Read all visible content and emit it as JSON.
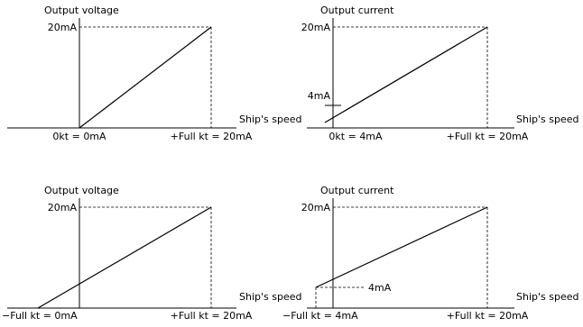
{
  "panels": [
    {
      "ylabel": "Output voltage",
      "xlabel": "Ship's speed",
      "ymax_label": "20mA",
      "y4_label": "",
      "x_left_label": "0kt = 0mA",
      "x_right_label": "+Full kt = 20mA"
    },
    {
      "ylabel": "Output current",
      "xlabel": "Ship's speed",
      "ymax_label": "20mA",
      "y4_label": "4mA",
      "x_left_label": "0kt = 4mA",
      "x_right_label": "+Full kt = 20mA"
    },
    {
      "ylabel": "Output voltage",
      "xlabel": "Ship's speed",
      "ymax_label": "20mA",
      "y4_label": "",
      "x_left_label": "−Full kt = 0mA",
      "x_right_label": "+Full kt = 20mA"
    },
    {
      "ylabel": "Output current",
      "xlabel": "Ship's speed",
      "ymax_label": "20mA",
      "y4_label": "4mA",
      "x_left_label": "−Full kt = 4mA",
      "x_right_label": "+Full kt = 20mA"
    }
  ]
}
